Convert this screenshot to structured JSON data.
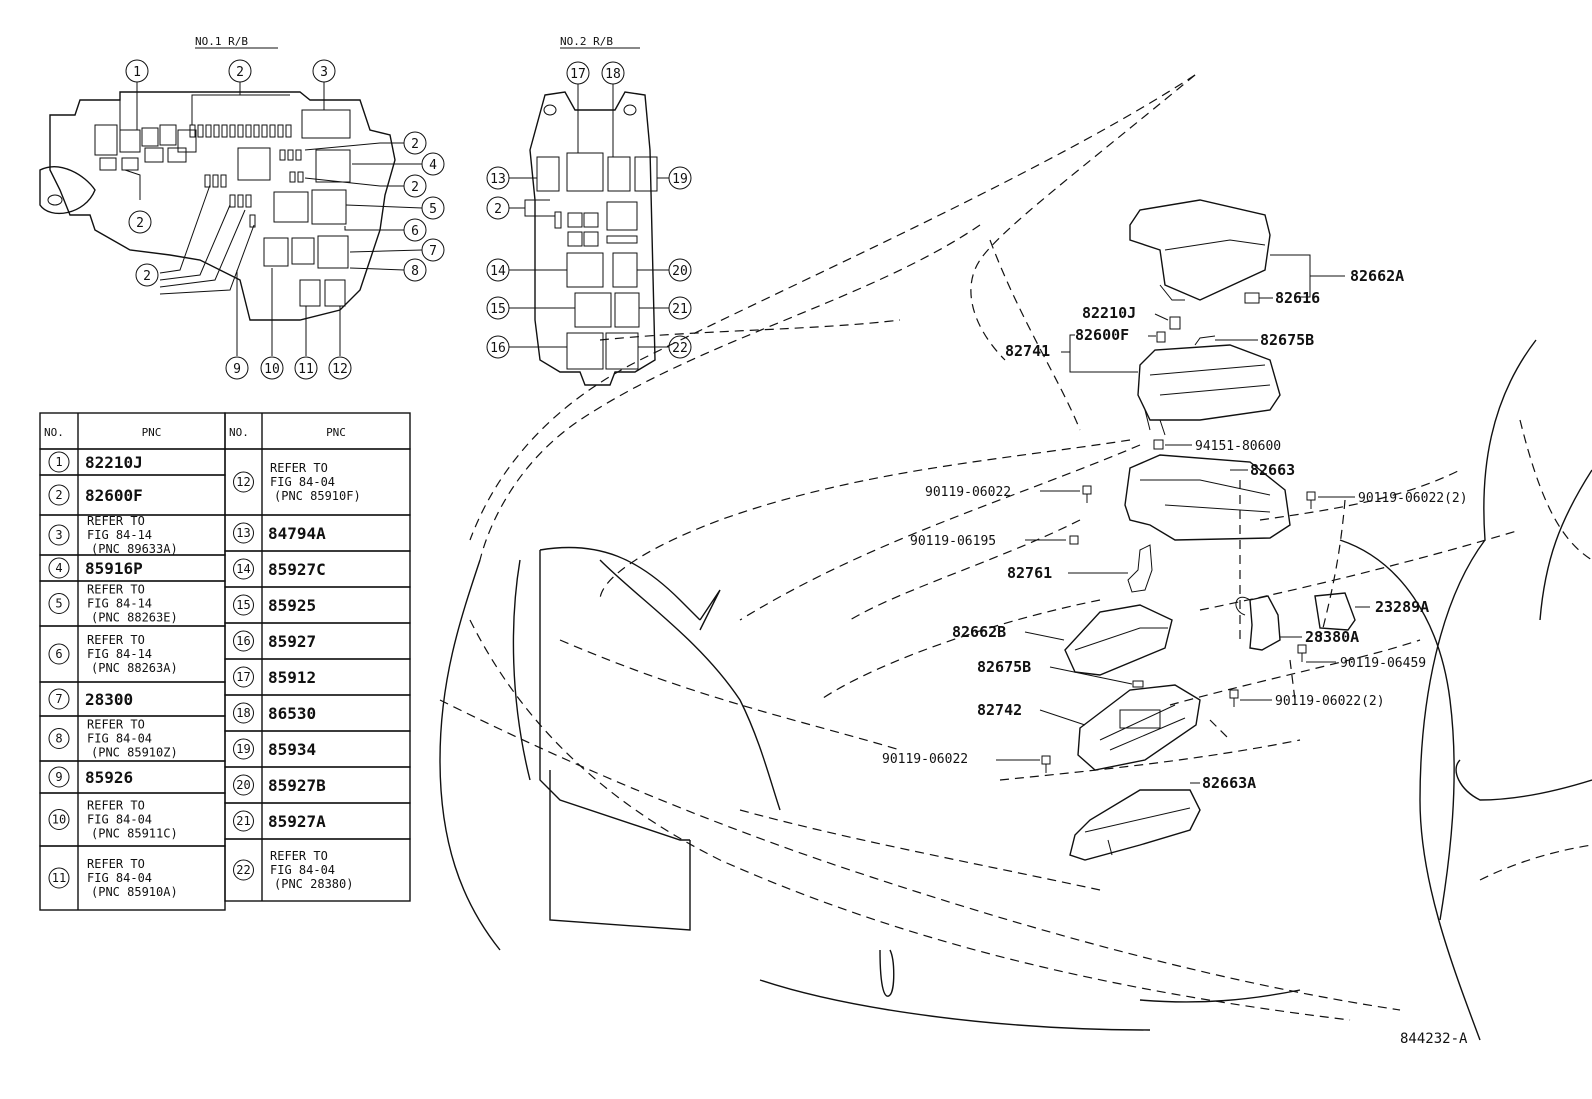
{
  "diagram_code": "844232-A",
  "relay_block_1": {
    "title": "NO.1 R/B",
    "callouts": [
      "1",
      "2",
      "3",
      "2",
      "4",
      "2",
      "5",
      "6",
      "7",
      "8",
      "2",
      "2",
      "9",
      "10",
      "11",
      "12"
    ]
  },
  "relay_block_2": {
    "title": "NO.2 R/B",
    "callouts": [
      "17",
      "18",
      "13",
      "19",
      "2",
      "14",
      "20",
      "15",
      "21",
      "16",
      "22"
    ]
  },
  "table": {
    "headers": {
      "no": "NO.",
      "pnc": "PNC"
    },
    "left_rows": [
      {
        "no": "1",
        "pnc": "82210J"
      },
      {
        "no": "2",
        "pnc": "82600F"
      },
      {
        "no": "3",
        "ref": [
          "REFER TO",
          "FIG 84-14",
          "(PNC 89633A)"
        ]
      },
      {
        "no": "4",
        "pnc": "85916P"
      },
      {
        "no": "5",
        "ref": [
          "REFER TO",
          "FIG 84-14",
          "(PNC 88263E)"
        ]
      },
      {
        "no": "6",
        "ref": [
          "REFER TO",
          "FIG 84-14",
          "(PNC 88263A)"
        ]
      },
      {
        "no": "7",
        "pnc": "28300"
      },
      {
        "no": "8",
        "ref": [
          "REFER TO",
          "FIG 84-04",
          "(PNC 85910Z)"
        ]
      },
      {
        "no": "9",
        "pnc": "85926"
      },
      {
        "no": "10",
        "ref": [
          "REFER TO",
          "FIG 84-04",
          "(PNC 85911C)"
        ]
      },
      {
        "no": "11",
        "ref": [
          "REFER TO",
          "FIG 84-04",
          "(PNC 85910A)"
        ]
      }
    ],
    "right_rows": [
      {
        "no": "12",
        "ref": [
          "REFER TO",
          "FIG 84-04",
          "(PNC 85910F)"
        ]
      },
      {
        "no": "13",
        "pnc": "84794A"
      },
      {
        "no": "14",
        "pnc": "85927C"
      },
      {
        "no": "15",
        "pnc": "85925"
      },
      {
        "no": "16",
        "pnc": "85927"
      },
      {
        "no": "17",
        "pnc": "85912"
      },
      {
        "no": "18",
        "pnc": "86530"
      },
      {
        "no": "19",
        "pnc": "85934"
      },
      {
        "no": "20",
        "pnc": "85927B"
      },
      {
        "no": "21",
        "pnc": "85927A"
      },
      {
        "no": "22",
        "ref": [
          "REFER TO",
          "FIG 84-04",
          "(PNC 28380)"
        ]
      }
    ]
  },
  "part_labels": {
    "p82662A": "82662A",
    "p82616": "82616",
    "p82210J": "82210J",
    "p82600F": "82600F",
    "p82741": "82741",
    "p82675B_top": "82675B",
    "p94151": "94151-80600",
    "p82663": "82663",
    "p90119_06022_a": "90119-06022",
    "p90119_06022_2a": "90119-06022(2)",
    "p90119_06195": "90119-06195",
    "p82761": "82761",
    "p23289A": "23289A",
    "p82662B": "82662B",
    "p28380A": "28380A",
    "p82675B_mid": "82675B",
    "p90119_06459": "90119-06459",
    "p82742": "82742",
    "p90119_06022_2b": "90119-06022(2)",
    "p90119_06022_b": "90119-06022",
    "p82663A": "82663A"
  }
}
